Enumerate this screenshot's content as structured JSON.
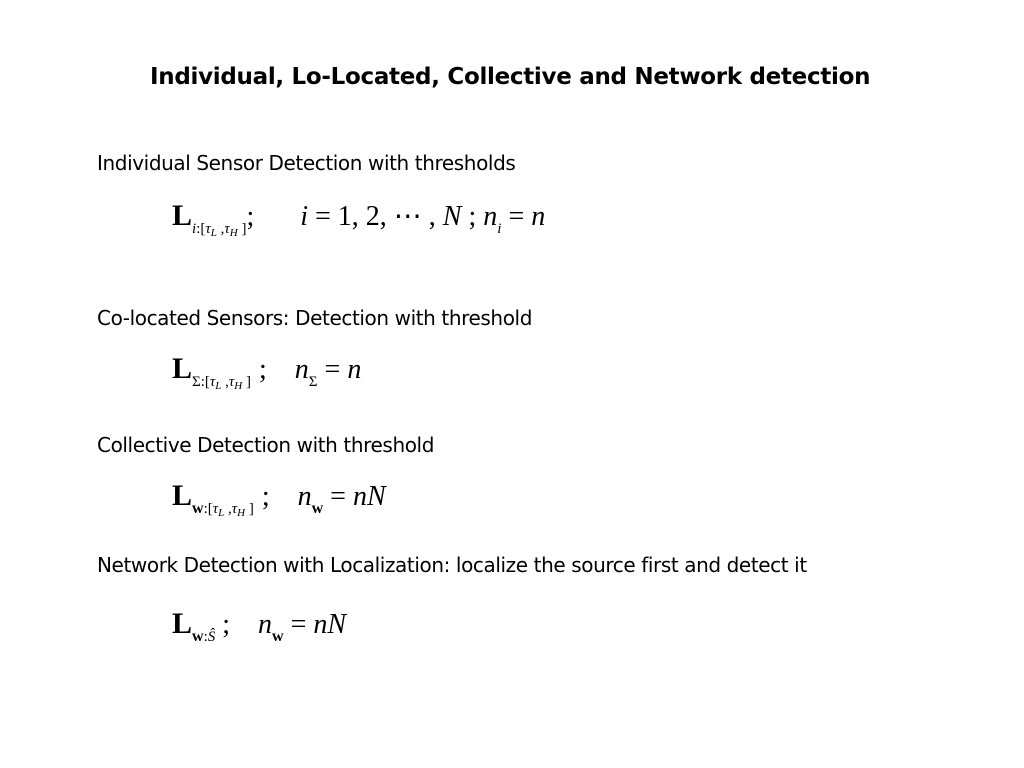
{
  "slide": {
    "title": "Individual, Lo-Located, Collective and Network detection"
  },
  "sections": [
    {
      "heading": "Individual Sensor Detection with thresholds"
    },
    {
      "heading": "Co-located Sensors:  Detection with threshold"
    },
    {
      "heading": "Collective Detection  with threshold"
    },
    {
      "heading": "Network  Detection with Localization: localize the source first and detect it"
    }
  ],
  "formulas": {
    "f1": {
      "L": "L",
      "sub_i": "i",
      "sub_colon_bracket": ":[",
      "tau": "τ",
      "tau_L_sub": "L",
      "comma": " ,",
      "tau_H_sub": "H",
      "close_bracket": " ]",
      "semicolon": ";",
      "var_i": "i",
      "eq_list": " = 1, 2, ⋯ , ",
      "var_N": "N",
      "sep": " ; ",
      "var_n": "n",
      "n_sub": "i",
      "rhs_eq": " = ",
      "rhs_n": "n"
    },
    "f2": {
      "L": "L",
      "sub_sigma": "Σ",
      "sub_colon_bracket": ":[",
      "tau": "τ",
      "tau_L_sub": "L",
      "comma": " ,",
      "tau_H_sub": "H",
      "close_bracket": " ]",
      "semicolon": ";",
      "var_n": "n",
      "n_sub": "Σ",
      "rhs_eq": " = ",
      "rhs_n": "n"
    },
    "f3": {
      "L": "L",
      "sub_w": "w",
      "sub_colon_bracket": ":[",
      "tau": "τ",
      "tau_L_sub": "L",
      "comma": " ,",
      "tau_H_sub": "H",
      "close_bracket": " ]",
      "semicolon": ";",
      "var_n": "n",
      "n_sub": "w",
      "rhs_eq": " = ",
      "rhs_nN": "nN"
    },
    "f4": {
      "L": "L",
      "sub_w": "w",
      "sub_colon": ":",
      "sub_S": "Ŝ",
      "semicolon": " ;",
      "var_n": "n",
      "n_sub": "w",
      "rhs_eq": " = ",
      "rhs_nN": "nN"
    }
  }
}
